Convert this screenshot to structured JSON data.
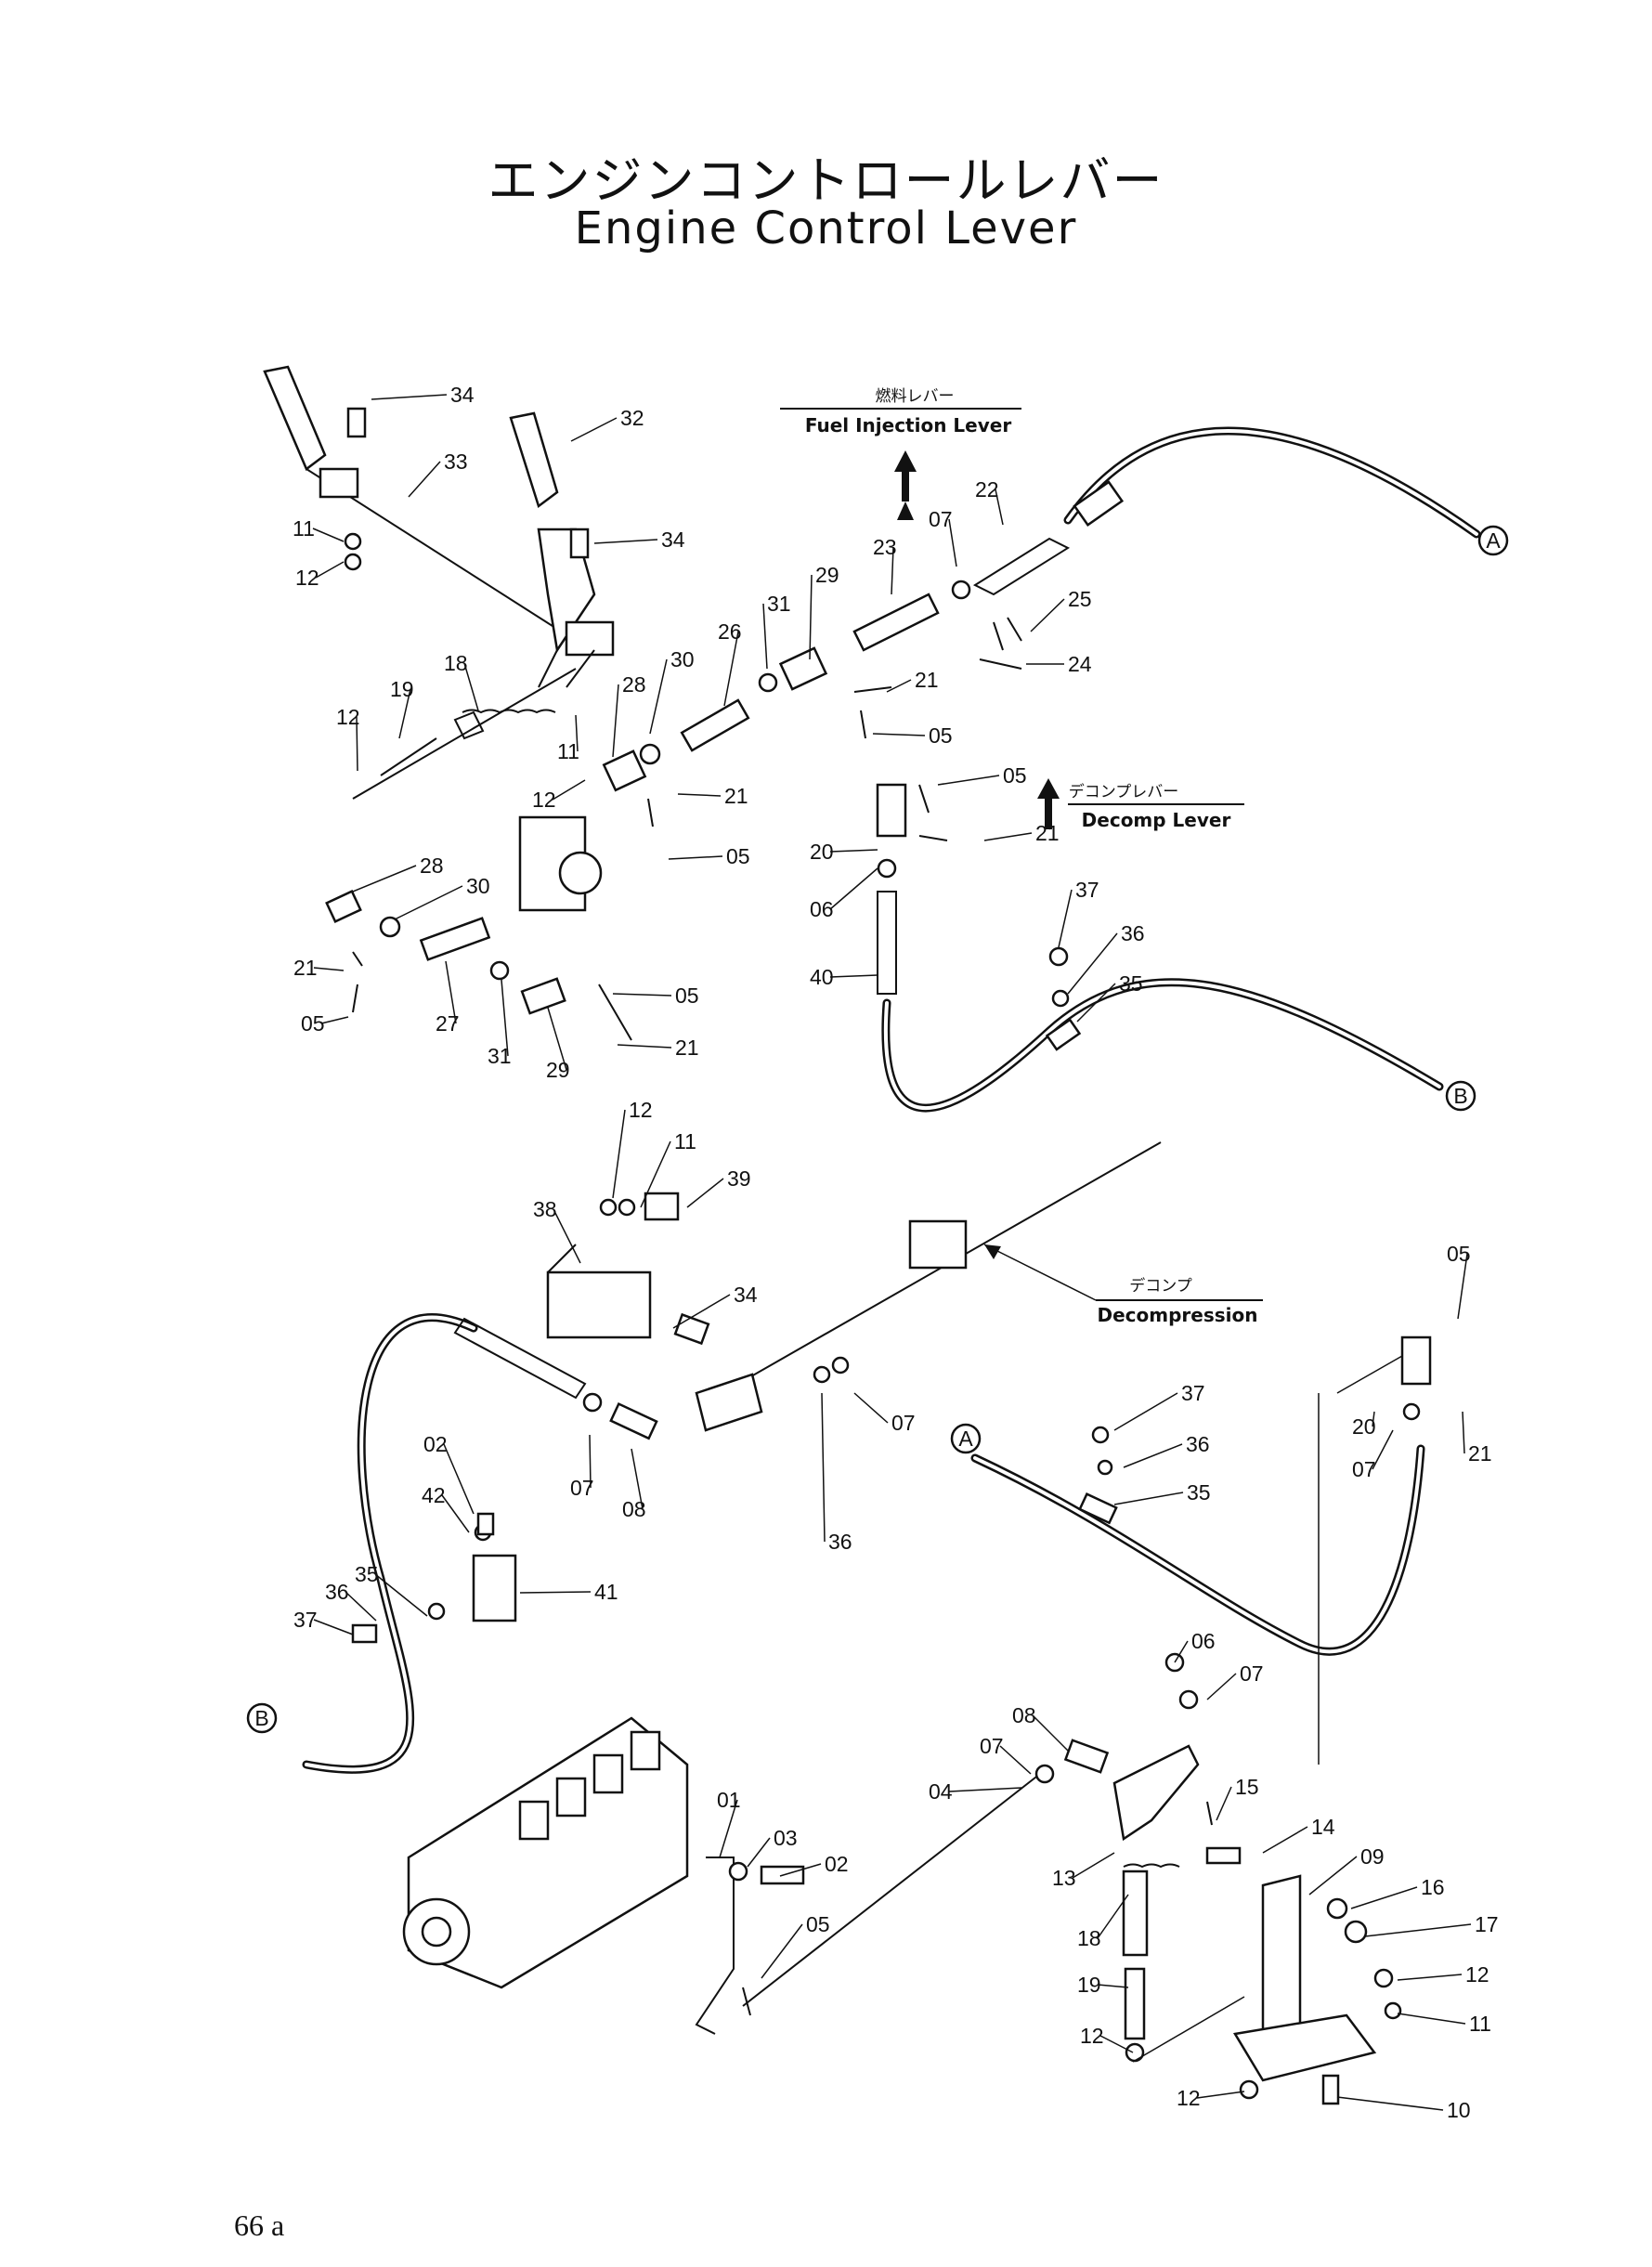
{
  "title": {
    "japanese": "エンジンコントロールレバー",
    "english": "Engine Control Lever"
  },
  "page_number": "66 a",
  "captions": {
    "fuel_injection": {
      "japanese": "燃料レバー",
      "english": "Fuel Injection Lever"
    },
    "decomp_lever": {
      "japanese": "デコンプレバー",
      "english": "Decomp Lever"
    },
    "decompression": {
      "japanese": "デコンプ",
      "english": "Decompression"
    }
  },
  "connectors": {
    "a": "A",
    "b": "B"
  },
  "part_labels": [
    "34",
    "32",
    "33",
    "11",
    "12",
    "34",
    "22",
    "07",
    "23",
    "25",
    "24",
    "31",
    "29",
    "26",
    "21",
    "05",
    "18",
    "19",
    "12",
    "30",
    "11",
    "28",
    "12",
    "21",
    "05",
    "05",
    "20",
    "21",
    "06",
    "37",
    "36",
    "40",
    "35",
    "28",
    "30",
    "21",
    "05",
    "27",
    "31",
    "29",
    "05",
    "21",
    "12",
    "11",
    "39",
    "38",
    "34",
    "05",
    "37",
    "36",
    "35",
    "20",
    "07",
    "21",
    "02",
    "42",
    "07",
    "08",
    "36",
    "07",
    "41",
    "35",
    "36",
    "37",
    "06",
    "07",
    "08",
    "07",
    "04",
    "15",
    "14",
    "09",
    "01",
    "03",
    "02",
    "05",
    "13",
    "16",
    "17",
    "18",
    "19",
    "12",
    "12",
    "11",
    "12",
    "10"
  ]
}
